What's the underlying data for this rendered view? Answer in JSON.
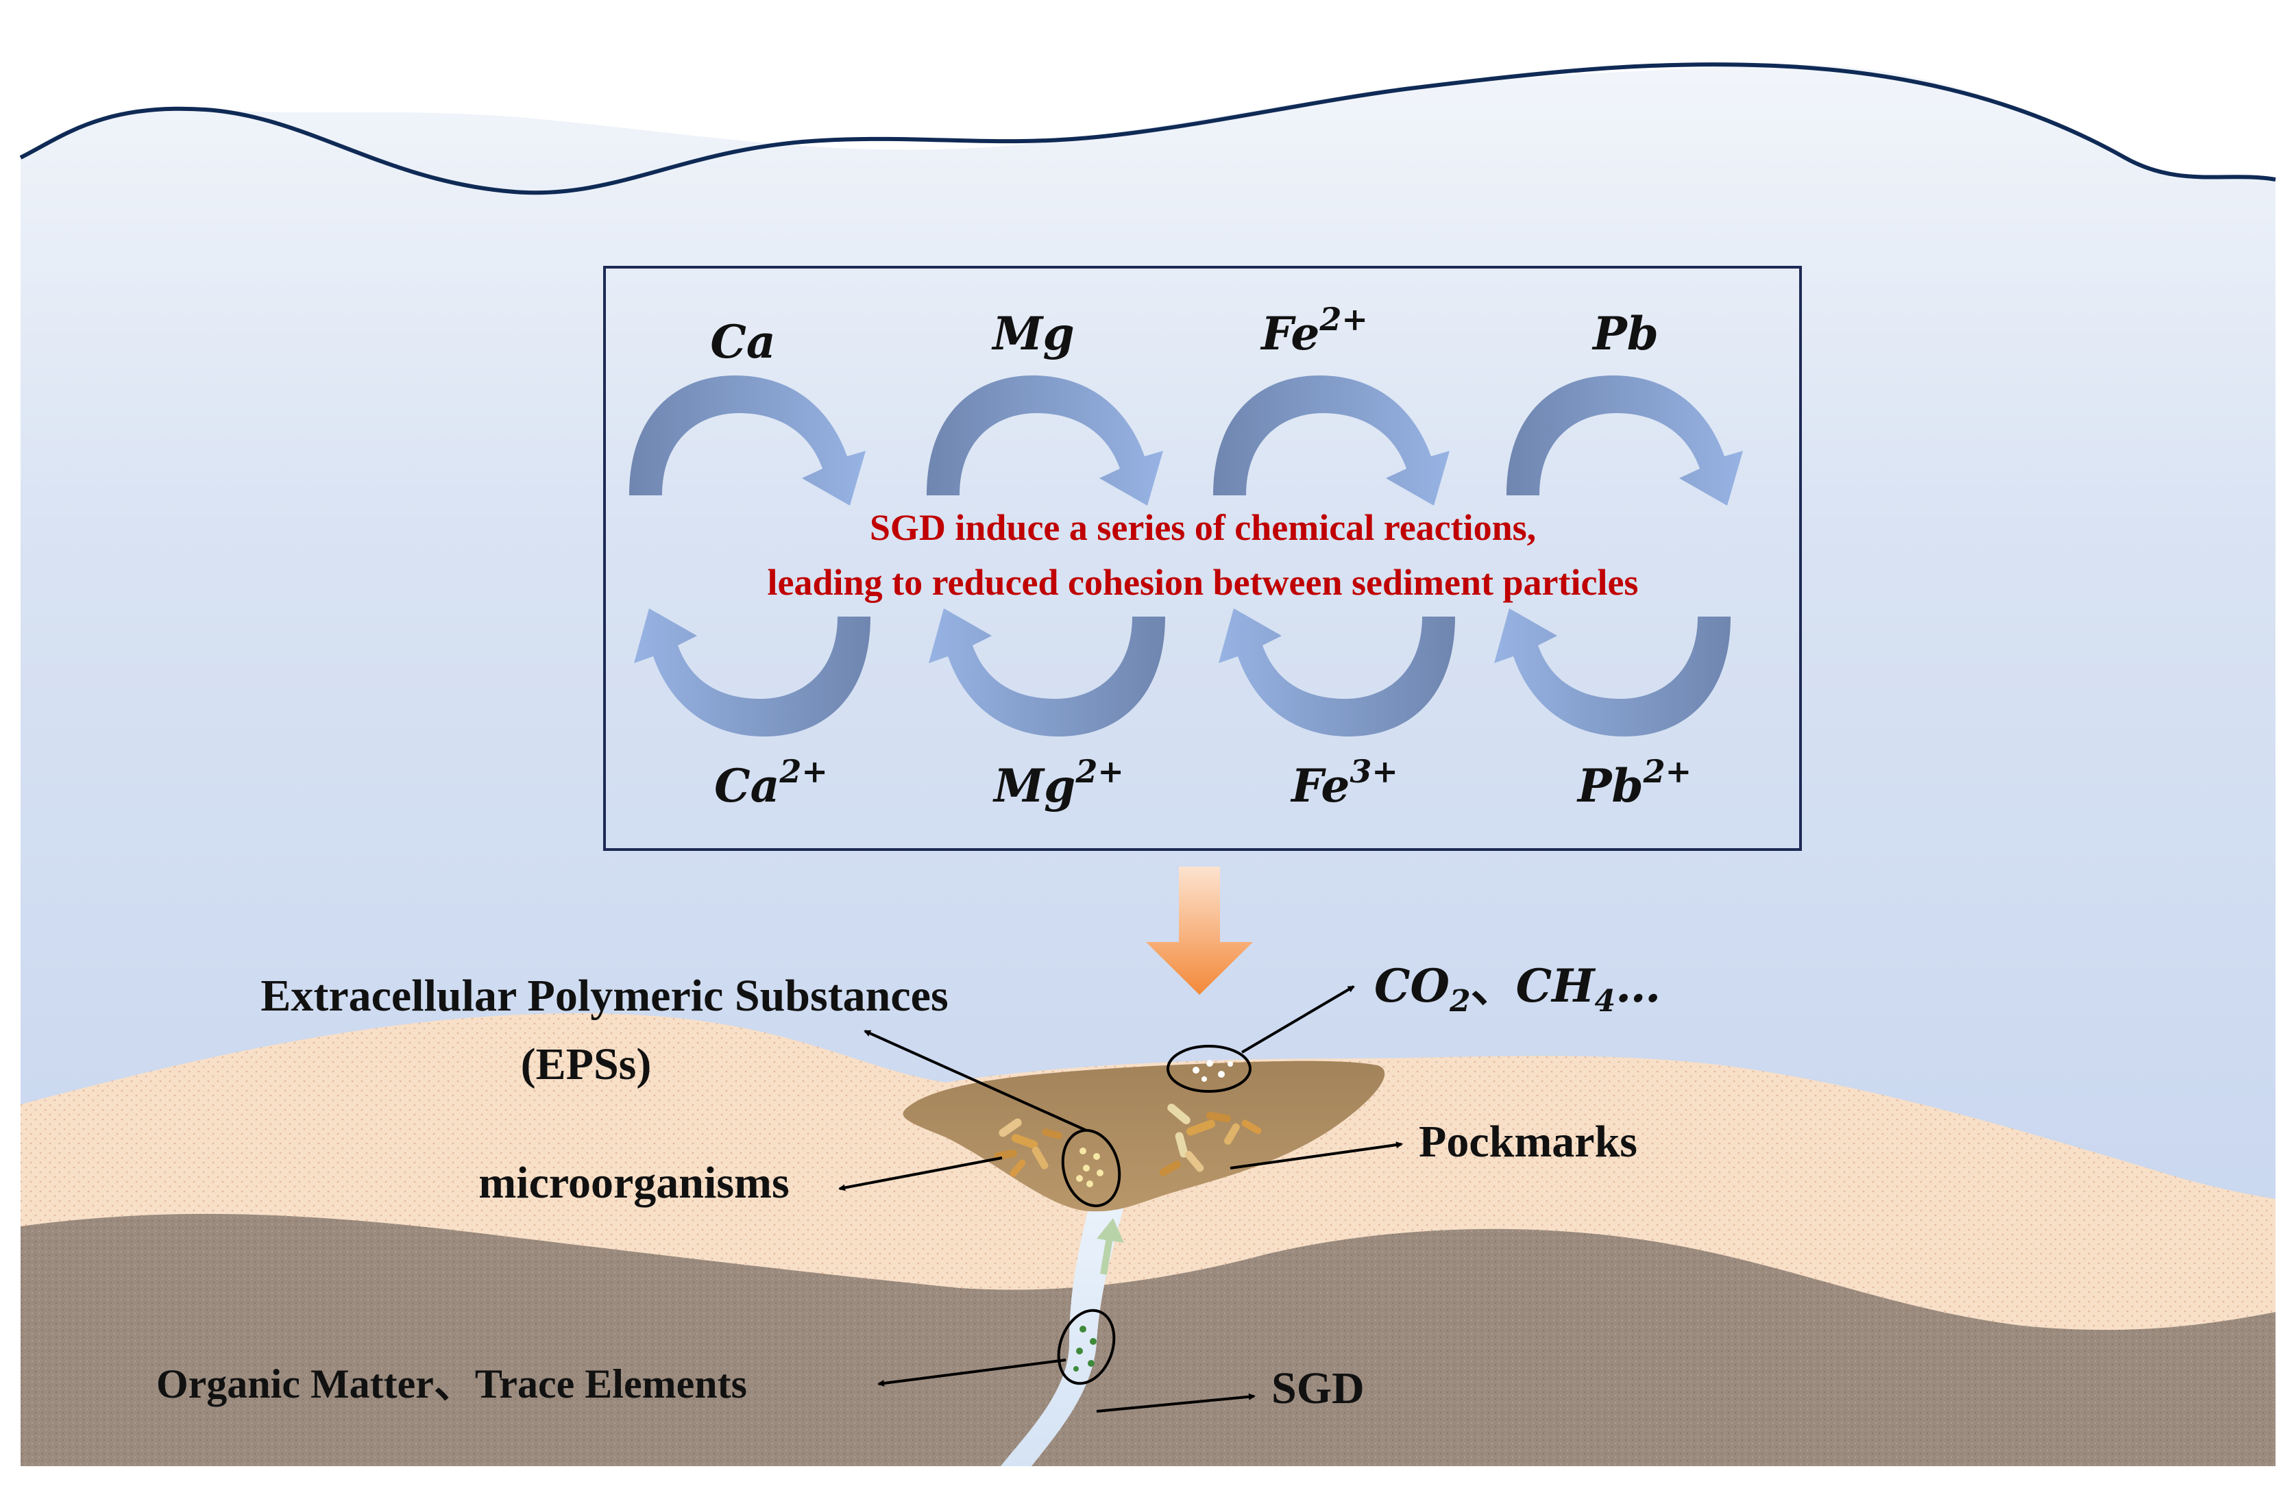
{
  "colors": {
    "water_top": "#f4f7fb",
    "water_bottom": "#c4d3ee",
    "sand": "#f7dfc8",
    "sediment": "#9b8b7e",
    "pockmark": "#a98a5c",
    "arrow_fill": "#8ca8d8",
    "arrow_dark": "#6f86b0",
    "highlight_text": "#c00000",
    "down_arrow": "#f3893a"
  },
  "reactions": [
    {
      "top": "Ca",
      "bottom_base": "Ca",
      "bottom_sup": "2+"
    },
    {
      "top": "Mg",
      "bottom_base": "Mg",
      "bottom_sup": "2+"
    },
    {
      "top_base": "Fe",
      "top_sup": "2+",
      "bottom_base": "Fe",
      "bottom_sup": "3+"
    },
    {
      "top": "Pb",
      "bottom_base": "Pb",
      "bottom_sup": "2+"
    }
  ],
  "center_text": {
    "line1": "SGD induce a series of chemical reactions,",
    "line2": "leading to reduced cohesion between sediment particles"
  },
  "labels": {
    "eps_line1": "Extracellular Polymeric Substances",
    "eps_line2": "(EPSs)",
    "microorganisms": "microorganisms",
    "gases_co": "CO",
    "gases_co_sub": "2",
    "gases_sep": "、",
    "gases_ch": "CH",
    "gases_ch_sub": "4",
    "gases_tail": "…",
    "pockmarks": "Pockmarks",
    "organic": "Organic Matter、Trace Elements",
    "sgd": "SGD"
  }
}
